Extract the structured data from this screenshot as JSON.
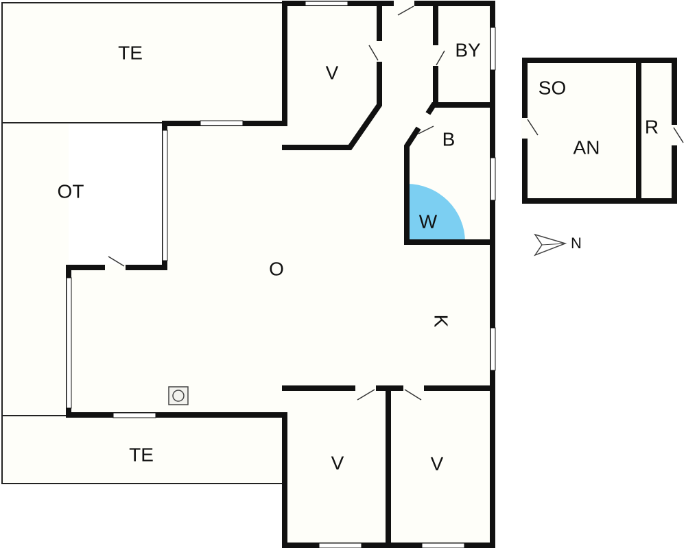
{
  "colors": {
    "floor": "#fefef9",
    "wall": "#111111",
    "terrace_line": "#222222",
    "window": "#ffffff",
    "wet_area": "#7ccff2"
  },
  "rooms": {
    "te_top": "TE",
    "v_top": "V",
    "by": "BY",
    "ot": "OT",
    "b": "B",
    "w": "W",
    "o": "O",
    "k": "K",
    "te_bottom": "TE",
    "v_bottom_left": "V",
    "v_bottom_right": "V",
    "so": "SO",
    "an": "AN",
    "r": "R"
  },
  "compass": {
    "label": "N",
    "icon": "north-arrow-icon"
  },
  "fixtures": {
    "stove_icon": "wood-stove-icon"
  }
}
